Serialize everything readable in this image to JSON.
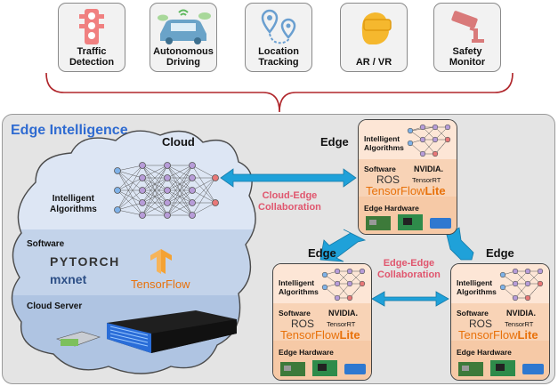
{
  "apps": [
    {
      "label": "Traffic\nDetection",
      "icon": "traffic-light-icon"
    },
    {
      "label": "Autonomous\nDriving",
      "icon": "car-icon"
    },
    {
      "label": "Location\nTracking",
      "icon": "map-pin-icon"
    },
    {
      "label": "AR / VR",
      "icon": "vr-headset-icon"
    },
    {
      "label": "Safety\nMonitor",
      "icon": "security-camera-icon"
    }
  ],
  "panel_title": "Edge Intelligence",
  "cloud": {
    "title": "Cloud",
    "algorithms": "Intelligent\nAlgorithms",
    "software": "Software",
    "frameworks": [
      "PYTORCH",
      "mxnet",
      "TensorFlow"
    ],
    "server": "Cloud Server"
  },
  "edge": {
    "title": "Edge",
    "algorithms": "Intelligent\nAlgorithms",
    "software": "Software",
    "ros": "ROS",
    "nvidia": "NVIDIA.",
    "tensorrt": "TensorRT",
    "tflite_a": "TensorFlow",
    "tflite_b": "Lite",
    "hardware": "Edge Hardware"
  },
  "cloud_edge": "Cloud-Edge\nCollaboration",
  "edge_edge": "Edge-Edge\nCollaboration",
  "colors": {
    "accent": "#2f6bd1",
    "brace": "#b0262b",
    "collab": "#e0566e",
    "arrow": "#1fa1d9",
    "node_fill": "#fbe1cc"
  }
}
